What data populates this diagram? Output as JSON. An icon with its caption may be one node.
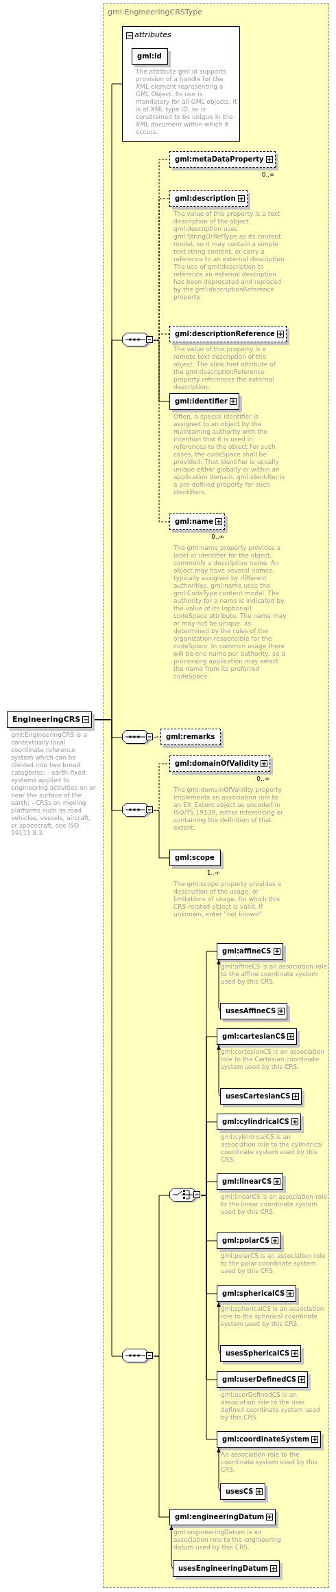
{
  "diagram": {
    "nodes": [
      {
        "text": [
          "EngineeringCRS"
        ],
        "beside": [
          "gml:EngineeringCRS is a contextually local coordinate reference system which can be divided into two broad categories: - earth-fixed systems applied to engineering activities on or near the surface of the earth; - CRSs on moving platforms such as road vehicles, vessels, aircraft, or spacecraft, see ISO 19111 8.3."
        ]
      },
      {
        "text": [
          "gml:EngineeringCRSType"
        ]
      },
      {
        "text": [
          "attributes"
        ],
        "in": 1
      },
      {
        "text": [
          "gml:id"
        ],
        "in": 2,
        "beside": [
          "The attribute gml:id supports provision of a handle for the XML element representing a GML Object. Its use is mandatory for all GML objects. It is of XML type ID, so is constrained to be unique in the XML document within which it occurs."
        ]
      },
      {
        "text": [],
        "shape": "octagon",
        "in": 1
      },
      {
        "text": [
          "gml:metaDataProperty"
        ],
        "in": 1,
        "beside": [
          "0..∞"
        ]
      },
      {
        "text": [
          "gml:description"
        ],
        "in": 1,
        "beside": [
          "The value of this property is a text description of the object. gml:description uses gml:StringOrRefType as its content model, so it may contain a simple text string content, or carry a reference to an external description. The use of gml:description to reference an external description has been deprecated and replaced by the gml:descriptionReference property."
        ]
      },
      {
        "text": [
          "gml:descriptionReference"
        ],
        "in": 1,
        "beside": [
          "The value of this property is a remote text description of the object. The xlink:href attribute of the gml:descriptionReference property references the external description."
        ]
      },
      {
        "text": [
          "gml:identifier"
        ],
        "in": 1,
        "beside": [
          "Often, a special identifier is assigned to an object by the maintaining authority with the intention that it is used in references to the object For such cases, the codeSpace shall be provided. That identifier is usually unique either globally or within an application domain. gml:identifier is a pre-defined property for such identifiers."
        ]
      },
      {
        "text": [
          "gml:name"
        ],
        "in": 1,
        "beside": [
          "0..∞",
          "The gml:name property provides a label or identifier for the object, commonly a descriptive name. An object may have several names, typically assigned by different authorities. gml:name uses the gml:CodeType content model. The authority for a name is indicated by the value of its (optional) codeSpace attribute. The name may or may not be unique, as determined by the rules of the organization responsible for the codeSpace. In common usage there will be one name per authority, so a processing application may select the name from its preferred codeSpace."
        ]
      },
      {
        "text": [],
        "shape": "octagon",
        "in": 1
      },
      {
        "text": [
          "gml:remarks"
        ],
        "in": 1
      },
      {
        "text": [],
        "shape": "octagon",
        "in": 1
      },
      {
        "text": [
          "gml:domainOfValidity"
        ],
        "in": 1,
        "beside": [
          "0..∞",
          "The gml:domainOfValidity property implements an association role to an EX_Extent object as encoded in ISO/TS 19139, either referencing or containing the definition of that extent."
        ]
      },
      {
        "text": [
          "gml:scope"
        ],
        "in": 1,
        "beside": [
          "1..∞",
          "The gml:scope property provides a description of the usage, or limitations of usage, for which this CRS-related object is valid. If unknown, enter \"not known\"."
        ]
      },
      {
        "text": [],
        "shape": "octagon",
        "in": 1
      },
      {
        "text": [],
        "shape": "octagon",
        "in": 1
      },
      {
        "text": [
          "gml:affineCS"
        ],
        "in": 1,
        "beside": [
          "gml:affineCS is an association role to the affine coordinate system used by this CRS."
        ]
      },
      {
        "text": [
          "usesAffineCS"
        ],
        "in": 1
      },
      {
        "text": [
          "gml:cartesianCS"
        ],
        "in": 1,
        "beside": [
          "gml:cartesianCS is an association role to the Cartesian coordinate system used by this CRS."
        ]
      },
      {
        "text": [
          "usesCartesianCS"
        ],
        "in": 1
      },
      {
        "text": [
          "gml:cylindricalCS"
        ],
        "in": 1,
        "beside": [
          "gml:cylindricalCS is an association role to the cylindrical coordinate system used by this CRS."
        ]
      },
      {
        "text": [
          "gml:linearCS"
        ],
        "in": 1,
        "beside": [
          "gml:linearCS is an association role to the linear coordinate system used by this CRS."
        ]
      },
      {
        "text": [
          "gml:polarCS"
        ],
        "in": 1,
        "beside": [
          "gml:polarCS is an association role to the polar coordinate system used by this CRS."
        ]
      },
      {
        "text": [
          "gml:sphericalCS"
        ],
        "in": 1,
        "beside": [
          "gml:sphericalCS is an association role to the spherical coordinate system used by this CRS."
        ]
      },
      {
        "text": [
          "usesSphericalCS"
        ],
        "in": 1
      },
      {
        "text": [
          "gml:userDefinedCS"
        ],
        "in": 1,
        "beside": [
          "gml:userDefinedCS is an association role to the user defined coordinate system used by this CRS."
        ]
      },
      {
        "text": [
          "gml:coordinateSystem"
        ],
        "in": 1,
        "beside": [
          "An association role to the coordinate system used by this CRS."
        ]
      },
      {
        "text": [
          "usesCS"
        ],
        "in": 1
      },
      {
        "text": [
          "gml:engineeringDatum"
        ],
        "in": 1,
        "beside": [
          "gml:engineeringDatum is an association role to the engineering datum used by this CRS."
        ]
      },
      {
        "text": [
          "usesEngineeringDatum"
        ],
        "in": 1
      }
    ],
    "edges": [
      {
        "from": 0,
        "to": 2,
        "arrow": "none"
      },
      {
        "from": 0,
        "to": 4,
        "arrow": "none"
      },
      {
        "from": 0,
        "to": 10,
        "arrow": "none"
      },
      {
        "from": 0,
        "to": 12,
        "arrow": "none"
      },
      {
        "from": 0,
        "to": 15,
        "arrow": "none"
      },
      {
        "from": 4,
        "to": 5,
        "arrow": "none",
        "style": "dashed"
      },
      {
        "from": 4,
        "to": 6,
        "arrow": "none",
        "style": "dashed"
      },
      {
        "from": 4,
        "to": 7,
        "arrow": "none",
        "style": "dashed"
      },
      {
        "from": 4,
        "to": 8,
        "arrow": "none"
      },
      {
        "from": 4,
        "to": 9,
        "arrow": "none",
        "style": "dashed"
      },
      {
        "from": 10,
        "to": 11,
        "arrow": "none",
        "style": "dashed"
      },
      {
        "from": 12,
        "to": 13,
        "arrow": "none",
        "style": "dashed"
      },
      {
        "from": 12,
        "to": 14,
        "arrow": "none"
      },
      {
        "from": 15,
        "to": 16,
        "arrow": "none"
      },
      {
        "from": 15,
        "to": 29,
        "arrow": "none"
      },
      {
        "from": 16,
        "to": 17,
        "arrow": "none"
      },
      {
        "from": 16,
        "to": 19,
        "arrow": "none"
      },
      {
        "from": 16,
        "to": 21,
        "arrow": "none"
      },
      {
        "from": 16,
        "to": 22,
        "arrow": "none"
      },
      {
        "from": 16,
        "to": 23,
        "arrow": "none"
      },
      {
        "from": 16,
        "to": 24,
        "arrow": "none"
      },
      {
        "from": 16,
        "to": 26,
        "arrow": "none"
      },
      {
        "from": 16,
        "to": 27,
        "arrow": "none"
      },
      {
        "from": 18,
        "to": 17,
        "arrow": "to"
      },
      {
        "from": 20,
        "to": 19,
        "arrow": "to"
      },
      {
        "from": 25,
        "to": 24,
        "arrow": "to"
      },
      {
        "from": 28,
        "to": 27,
        "arrow": "to"
      },
      {
        "from": 30,
        "to": 29,
        "arrow": "to"
      }
    ]
  }
}
